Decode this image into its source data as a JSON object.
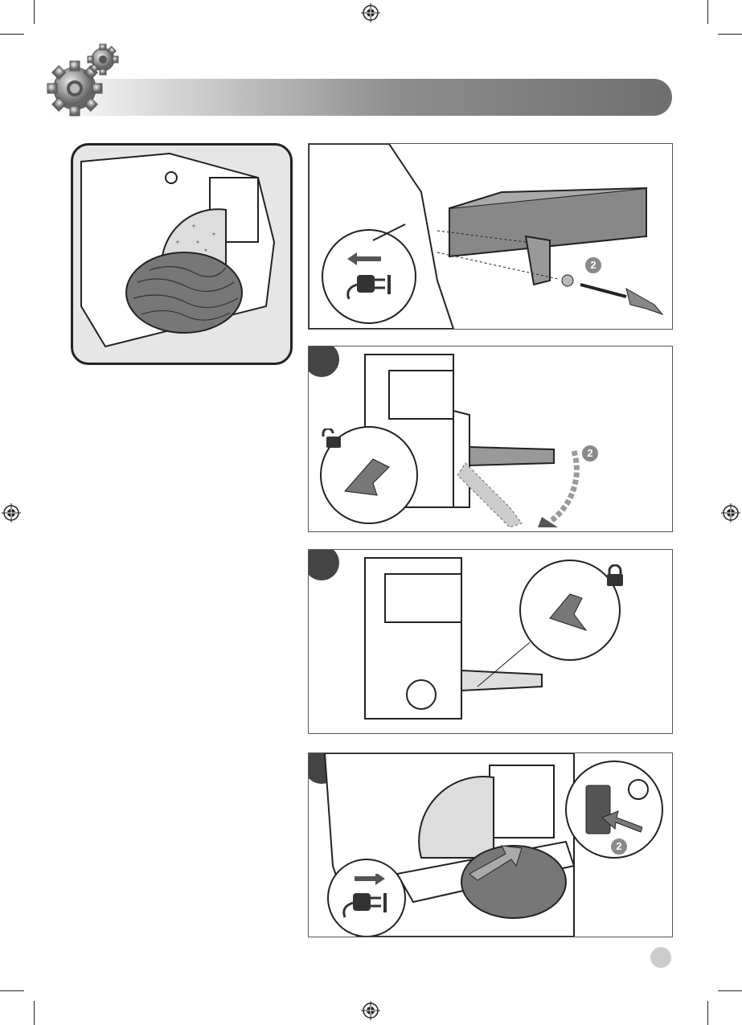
{
  "step_badges": {
    "unplug": "2",
    "tilt": "2",
    "switch": "2"
  },
  "icons": [
    "registration-mark",
    "gear-icon",
    "plug-icon",
    "padlock-open-icon",
    "padlock-closed-icon",
    "rotate-arrows-icon",
    "push-arrow-icon"
  ],
  "colors": {
    "banner_dark": "#6e6e6e",
    "step_circle": "#444444",
    "badge": "#8a8a8a"
  }
}
